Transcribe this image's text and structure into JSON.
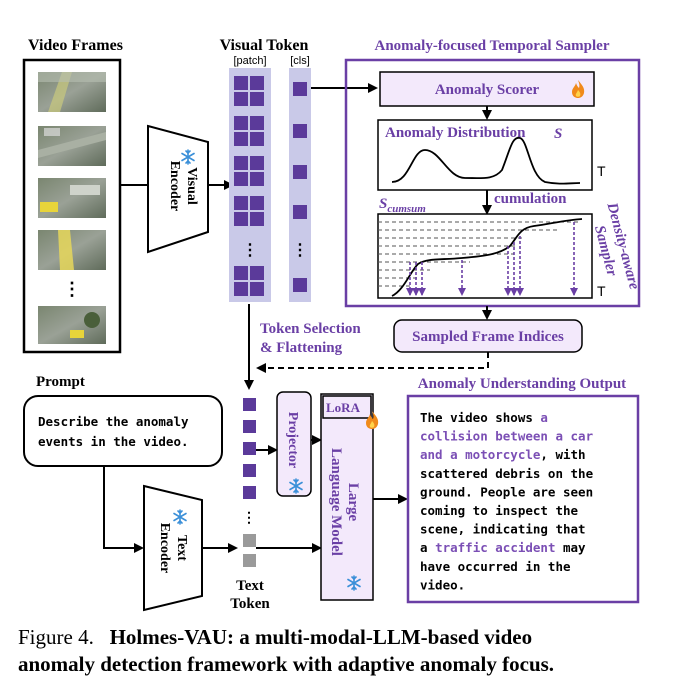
{
  "frames_title": "Video Frames",
  "visual_encoder": [
    "Visual",
    "Encoder"
  ],
  "visual_token_title": "Visual Token",
  "patch_label": "[patch]",
  "cls_label": "[cls]",
  "sampler_title": "Anomaly-focused Temporal Sampler",
  "anomaly_scorer": "Anomaly Scorer",
  "anomaly_distribution": "Anomaly Distribution",
  "s_symbol": "S",
  "t_symbol": "T",
  "cumulation": "cumulation",
  "s_cumsum_base": "S",
  "s_cumsum_sub": "cumsum",
  "density_sampler": [
    "Density-aware",
    "Sampler"
  ],
  "sampled_indices": "Sampled Frame Indices",
  "token_selection": [
    "Token Selection",
    "& Flattening"
  ],
  "prompt_title": "Prompt",
  "prompt_text": [
    "Describe the anomaly",
    "events in the video."
  ],
  "text_encoder": [
    "Text",
    "Encoder"
  ],
  "projector": "Projector",
  "lora": "LoRA",
  "llm": [
    "Large",
    "Language Model"
  ],
  "text_token": [
    "Text",
    "Token"
  ],
  "output_title": "Anomaly Understanding Output",
  "output_lines": [
    [
      {
        "t": "The  video  shows ",
        "h": false
      },
      {
        "t": "a",
        "h": true
      }
    ],
    [
      {
        "t": "collision between a car",
        "h": true
      }
    ],
    [
      {
        "t": "and a motorcycle",
        "h": true
      },
      {
        "t": ", with",
        "h": false
      }
    ],
    [
      {
        "t": "scattered debris on the",
        "h": false
      }
    ],
    [
      {
        "t": "ground. People are seen",
        "h": false
      }
    ],
    [
      {
        "t": "coming  to  inspect  the",
        "h": false
      }
    ],
    [
      {
        "t": "scene,  indicating  that",
        "h": false
      }
    ],
    [
      {
        "t": "a ",
        "h": false
      },
      {
        "t": "traffic accident",
        "h": true
      },
      {
        "t": " may",
        "h": false
      }
    ],
    [
      {
        "t": "have  occurred  in  the",
        "h": false
      }
    ],
    [
      {
        "t": "video.",
        "h": false
      }
    ]
  ],
  "caption_lead": "Figure 4.",
  "caption_bold": [
    "Holmes-VAU: a multi-modal-LLM-based video",
    "anomaly detection framework with adaptive anomaly focus."
  ],
  "colors": {
    "purple": "#6a3fa5",
    "purple_fill": "#f3e9fb",
    "token_square": "#5b3a9a",
    "token_bg": "#c9c9e8",
    "grey_token": "#9a9a9a",
    "highlight_text": "#7b4fb5"
  },
  "icons": [
    "snowflake-icon",
    "fire-icon"
  ]
}
